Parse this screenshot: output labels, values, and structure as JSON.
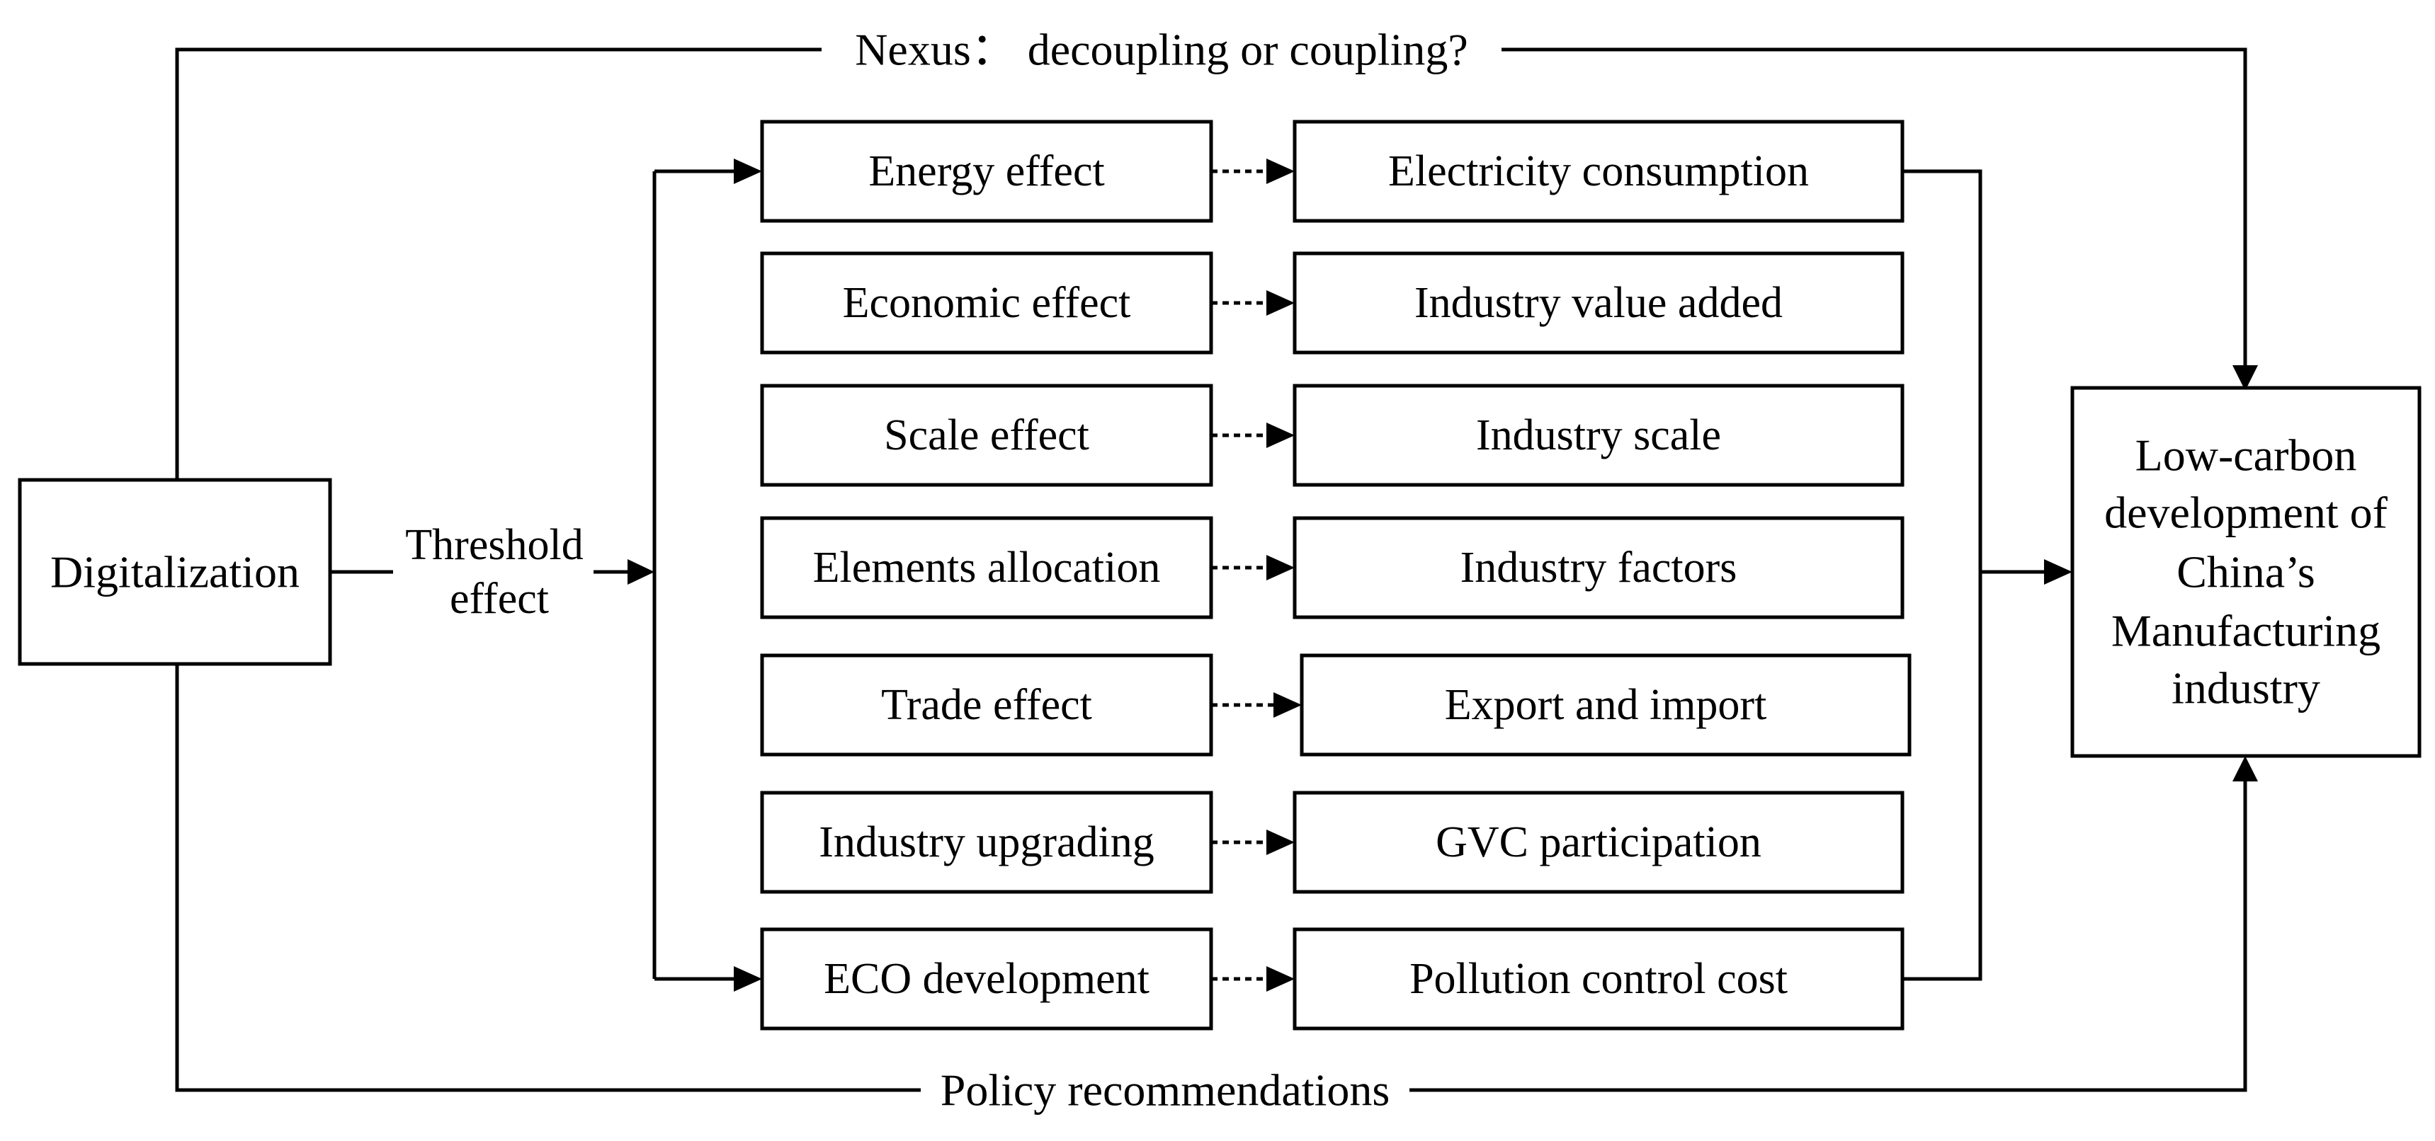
{
  "title_text": "Nexus： decoupling or coupling?",
  "bottom_text": "Policy recommendations",
  "source": "Digitalization",
  "threshold": [
    "Threshold",
    "effect"
  ],
  "target": [
    "Low-carbon",
    "development of",
    "China’s",
    "Manufacturing",
    "industry"
  ],
  "effects": [
    {
      "effect": "Energy effect",
      "indicator": "Electricity consumption"
    },
    {
      "effect": "Economic effect",
      "indicator": "Industry value added"
    },
    {
      "effect": "Scale effect",
      "indicator": "Industry scale"
    },
    {
      "effect": "Elements allocation",
      "indicator": "Industry factors"
    },
    {
      "effect": "Trade effect",
      "indicator": "Export and import"
    },
    {
      "effect": "Industry upgrading",
      "indicator": "GVC participation"
    },
    {
      "effect": "ECO development",
      "indicator": "Pollution control cost"
    }
  ]
}
